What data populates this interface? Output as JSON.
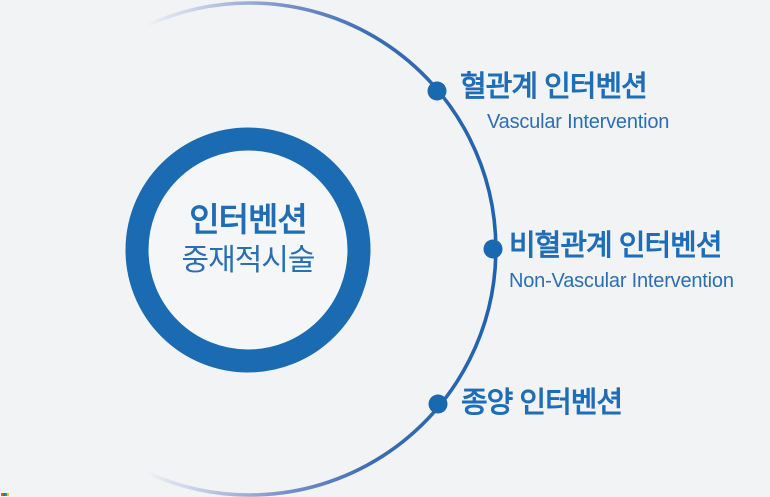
{
  "diagram": {
    "center_circle": {
      "title": "인터벤션",
      "subtitle": "중재적시술"
    },
    "items": [
      {
        "title": "혈관계 인터벤션",
        "subtitle": "Vascular Intervention"
      },
      {
        "title": "비혈관계 인터벤션",
        "subtitle": "Non-Vascular Intervention"
      },
      {
        "title": "종양 인터벤션",
        "subtitle": ""
      }
    ]
  },
  "colors": {
    "background": "#f2f3f4",
    "ring_blue": "#1a6bb2",
    "ring_inner_fill": "#f5f6f7",
    "dot_blue": "#1a69b0",
    "text_blue": "#1f6db6",
    "text_blue_secondary": "#2b6eb4",
    "arc_strong": "#1e63ae",
    "arc_faint": "#ccd5ec"
  },
  "corner_artifact_colors": [
    "#e05b26",
    "#3468c8",
    "#2f9e4f",
    "#e8c532"
  ]
}
